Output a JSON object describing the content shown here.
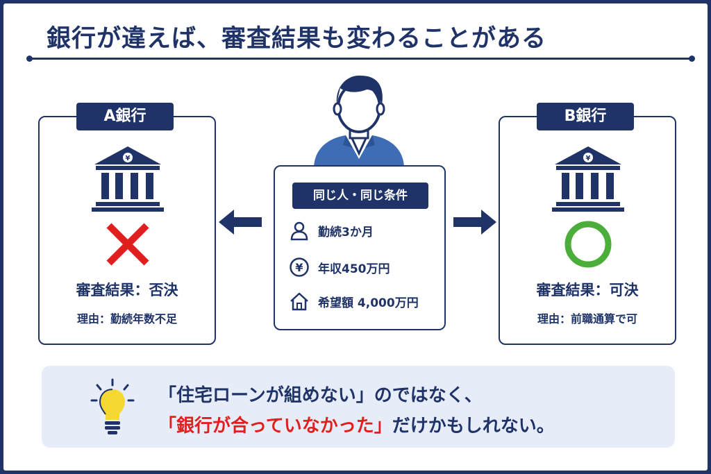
{
  "title": "銀行が違えば、審査結果も変わることがある",
  "bank_a": {
    "label": "A銀行",
    "icon": "bank-yen-icon",
    "mark": "cross-mark-icon",
    "result": "審査結果：否決",
    "reason": "理由：勤続年数不足"
  },
  "bank_b": {
    "label": "B銀行",
    "icon": "bank-yen-icon",
    "mark": "circle-mark-icon",
    "result": "審査結果：可決",
    "reason": "理由：前職通算で可"
  },
  "applicant": {
    "icon": "person-icon",
    "label": "同じ人・同じ条件",
    "conditions": [
      {
        "icon": "user-icon",
        "text": "勤続3か月"
      },
      {
        "icon": "yen-icon",
        "text": "年収450万円"
      },
      {
        "icon": "house-icon",
        "text": "希望額 4,000万円"
      }
    ]
  },
  "tip": {
    "icon": "lightbulb-icon",
    "line1": "「住宅ローンが組めない」のではなく、",
    "line2_highlight": "「銀行が合っていなかった」",
    "line2_rest": "だけかもしれない。"
  },
  "colors": {
    "navy": "#1f3368",
    "red": "#e0201e",
    "green": "#4cae3a",
    "highlight": "#f5d932",
    "tip_bg": "#e6edf8"
  }
}
